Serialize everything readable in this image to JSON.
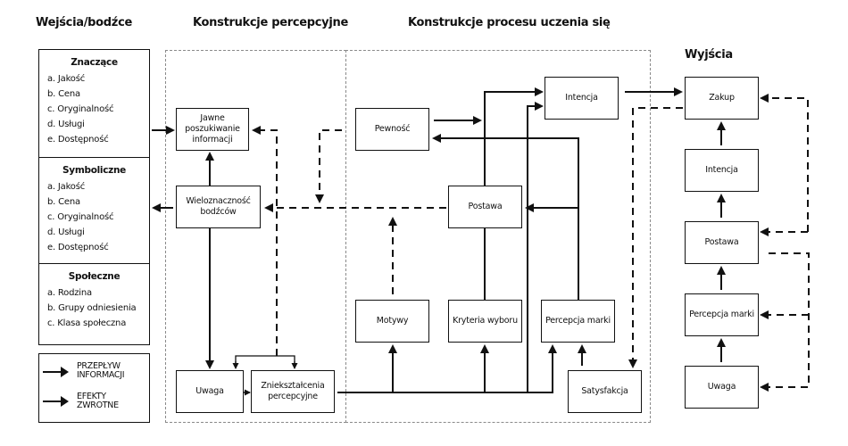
{
  "headers": {
    "inputs": "Wejścia/bodźce",
    "perceptual": "Konstrukcje percepcyjne",
    "learning": "Konstrukcje procesu uczenia się",
    "outputs": "Wyjścia"
  },
  "inputs": {
    "categories": [
      {
        "title": "Znaczące",
        "items": [
          "a. Jakość",
          "b. Cena",
          "c. Oryginalność",
          "d. Usługi",
          "e. Dostępność"
        ]
      },
      {
        "title": "Symboliczne",
        "items": [
          "a. Jakość",
          "b. Cena",
          "c. Oryginalność",
          "d. Usługi",
          "e. Dostępność"
        ]
      },
      {
        "title": "Społeczne",
        "items": [
          "a. Rodzina",
          "b. Grupy odniesienia",
          "c. Klasa społeczna"
        ]
      }
    ]
  },
  "legend": {
    "items": [
      {
        "label_line1": "PRZEPŁYW",
        "label_line2": "INFORMACJI",
        "style": "solid"
      },
      {
        "label_line1": "EFEKTY",
        "label_line2": "ZWROTNE",
        "style": "solid"
      }
    ]
  },
  "perceptual": {
    "jawne": "Jawne poszukiwanie informacji",
    "wieloznacznosc": "Wieloznaczność bodźców",
    "uwaga": "Uwaga",
    "znieksztalcenia": "Zniekształcenia percepcyjne"
  },
  "learning": {
    "pewnosc": "Pewność",
    "intencja": "Intencja",
    "postawa": "Postawa",
    "motywy": "Motywy",
    "kryteria": "Kryteria wyboru",
    "percepcja": "Percepcja marki",
    "satysfakcja": "Satysfakcja"
  },
  "outputs": {
    "zakup": "Zakup",
    "intencja": "Intencja",
    "postawa": "Postawa",
    "percepcja": "Percepcja marki",
    "uwaga": "Uwaga"
  }
}
